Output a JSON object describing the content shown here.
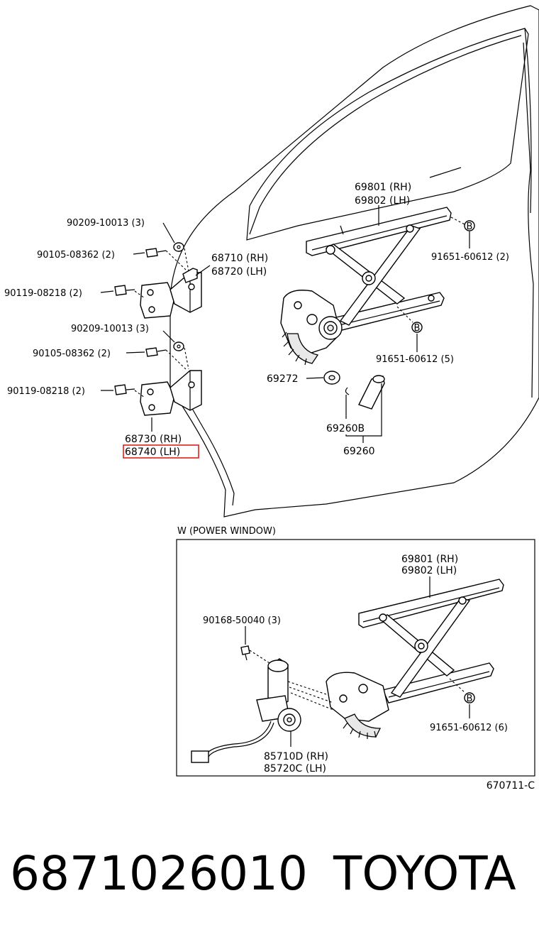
{
  "hinge_labels": {
    "bolt_top_a": "90209-10013 (3)",
    "bolt_top_b": "90105-08362 (2)",
    "bolt_top_c": "90119-08218 (2)",
    "bolt_mid_a": "90209-10013 (3)",
    "bolt_mid_b": "90105-08362 (2)",
    "bolt_mid_c": "90119-08218 (2)",
    "upper_hinge_rh": "68710 (RH)",
    "upper_hinge_lh": "68720 (LH)",
    "lower_hinge_rh": "68730 (RH)",
    "lower_hinge_lh": "68740 (LH)"
  },
  "regulator_labels": {
    "regulator_rh": "69801 (RH)",
    "regulator_lh": "69802 (LH)",
    "bolt_right_upper": "91651-60612 (2)",
    "bolt_right_lower": "91651-60612 (5)",
    "washer": "69272",
    "handle_part": "69260B",
    "handle_assy": "69260",
    "callout_letter": "B"
  },
  "power_window": {
    "heading": "W (POWER WINDOW)",
    "regulator_rh": "69801 (RH)",
    "regulator_lh": "69802 (LH)",
    "screw": "90168-50040 (3)",
    "bolt": "91651-60612 (6)",
    "motor_rh": "85710D (RH)",
    "motor_lh": "85720C (LH)",
    "callout_letter": "B"
  },
  "figure_code": "670711-C",
  "footer": {
    "part_number": "6871026010",
    "brand": "TOYOTA"
  },
  "highlight_color": "#e0201a"
}
